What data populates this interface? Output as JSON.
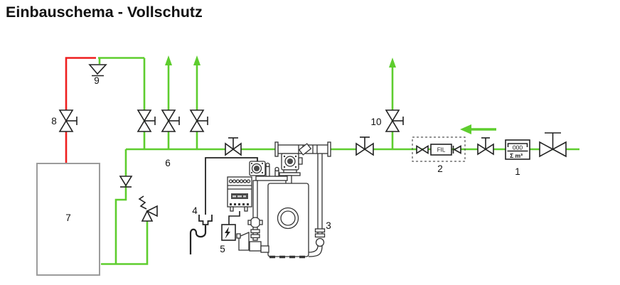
{
  "title": "Einbauschema - Vollschutz",
  "diagram": {
    "callouts": {
      "1": "1",
      "2": "2",
      "3": "3",
      "4": "4",
      "5": "5",
      "6": "6",
      "7": "7",
      "8": "8",
      "9": "9",
      "10": "10"
    },
    "meter": {
      "display": "000",
      "unit": "Σ m³"
    },
    "filter_label": "FIL",
    "colors": {
      "pipe_green": "#5ecd2e",
      "pipe_red": "#ee1f1f",
      "line_black": "#222222",
      "tank_gray": "#9c9c9c"
    }
  }
}
